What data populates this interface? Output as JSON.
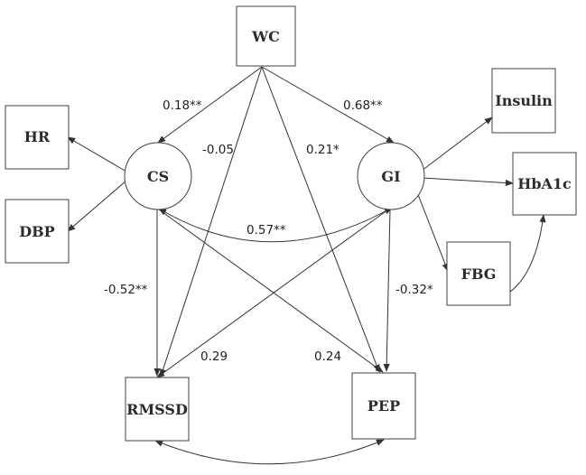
{
  "nodes": {
    "wc": "WC",
    "hr": "HR",
    "dbp": "DBP",
    "cs": "CS",
    "gi": "GI",
    "insulin": "Insulin",
    "hba1c": "HbA1c",
    "fbg": "FBG",
    "rmssd": "RMSSD",
    "pep": "PEP"
  },
  "paths": {
    "wc_cs": "0.18**",
    "wc_gi": "0.68**",
    "wc_rmssd": "-0.05",
    "wc_pep": "0.21*",
    "cs_gi": "0.57**",
    "cs_rmssd": "-0.52**",
    "gi_pep": "-0.32*",
    "gi_rmssd": "0.29",
    "cs_pep": "0.24"
  },
  "colors": {
    "line": "#333333",
    "node_border": "#404040",
    "text": "#2b2b2b"
  }
}
